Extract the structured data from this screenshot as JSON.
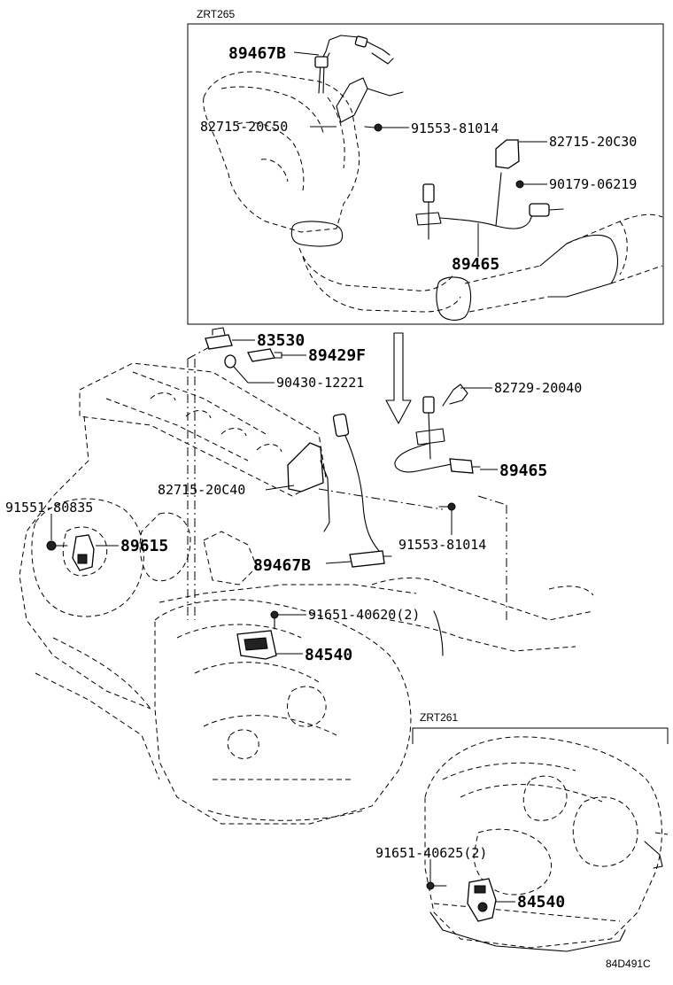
{
  "diagram": {
    "inset_top": {
      "tag": "ZRT265"
    },
    "inset_bottom": {
      "tag": "ZRT261"
    },
    "figure_code": "84D491C",
    "labels": {
      "p89467B_top": "89467B",
      "p82715_20C50": "82715-20C50",
      "p91553_81014_top": "91553-81014",
      "p82715_20C30": "82715-20C30",
      "p90179_06219": "90179-06219",
      "p89465_top": "89465",
      "p83530": "83530",
      "p89429F": "89429F",
      "p90430_12221": "90430-12221",
      "p82729_20040": "82729-20040",
      "p89465_mid": "89465",
      "p82715_20C40": "82715-20C40",
      "p91551_80835": "91551-80835",
      "p89615": "89615",
      "p91553_81014_mid": "91553-81014",
      "p89467B_mid": "89467B",
      "p91651_40620": "91651-40620(2)",
      "p84540_mid": "84540",
      "p91651_40625": "91651-40625(2)",
      "p84540_bottom": "84540"
    }
  }
}
